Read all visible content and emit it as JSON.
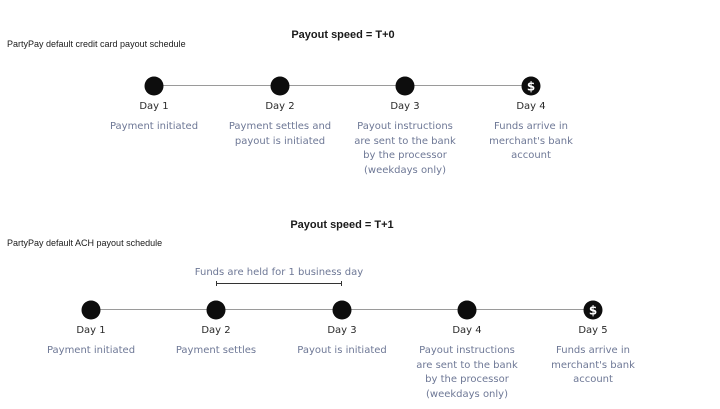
{
  "t0": {
    "title": "Payout speed = T+0",
    "schedule_label": "PartyPay default credit card payout schedule",
    "steps": [
      {
        "day": "Day 1",
        "description": "Payment initiated",
        "marker": "dot"
      },
      {
        "day": "Day 2",
        "description": "Payment settles and payout is initiated",
        "marker": "dot"
      },
      {
        "day": "Day 3",
        "description": "Payout instructions are sent to the bank by the processor (weekdays only)",
        "marker": "dot"
      },
      {
        "day": "Day 4",
        "description": "Funds arrive in merchant's bank account",
        "marker": "dollar-icon"
      }
    ]
  },
  "t1": {
    "title": "Payout speed = T+1",
    "schedule_label": "PartyPay default ACH payout schedule",
    "held_label": "Funds are held for 1 business day",
    "steps": [
      {
        "day": "Day 1",
        "description": "Payment initiated",
        "marker": "dot"
      },
      {
        "day": "Day 2",
        "description": "Payment settles",
        "marker": "dot"
      },
      {
        "day": "Day 3",
        "description": "Payout is initiated",
        "marker": "dot"
      },
      {
        "day": "Day 4",
        "description": "Payout instructions are sent to the bank by the processor (weekdays only)",
        "marker": "dot"
      },
      {
        "day": "Day 5",
        "description": "Funds arrive in merchant's bank account",
        "marker": "dollar-icon"
      }
    ]
  },
  "dollar_symbol": "$",
  "colors": {
    "dot": "#0d0d0d",
    "description_text": "#6e7896",
    "line": "#9a9a9a"
  }
}
